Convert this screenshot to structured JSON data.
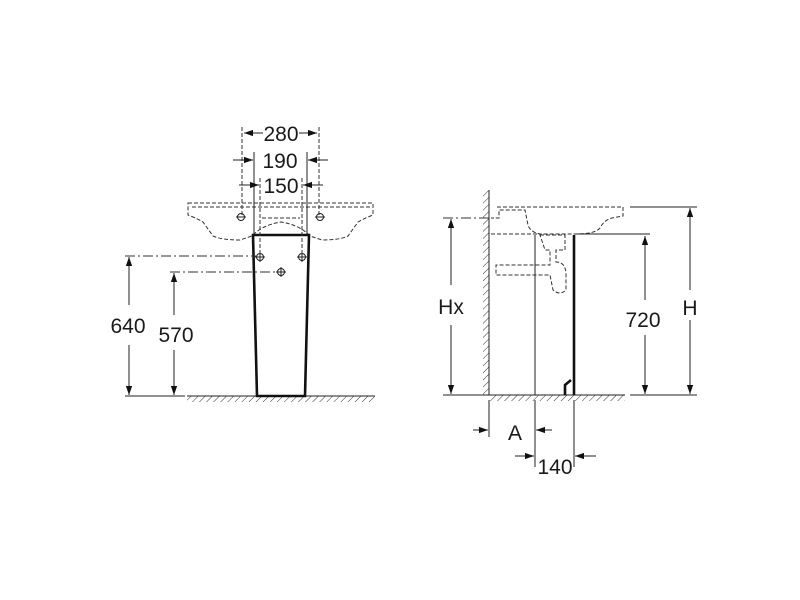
{
  "front_view": {
    "dimensions": {
      "width_outer": "280",
      "width_middle": "190",
      "width_inner": "150",
      "height_upper_outlet": "640",
      "height_lower_outlet": "570"
    }
  },
  "side_view": {
    "dimensions": {
      "height_x": "Hx",
      "height_total": "H",
      "height_pedestal": "720",
      "wall_offset": "A",
      "pedestal_depth": "140"
    }
  }
}
